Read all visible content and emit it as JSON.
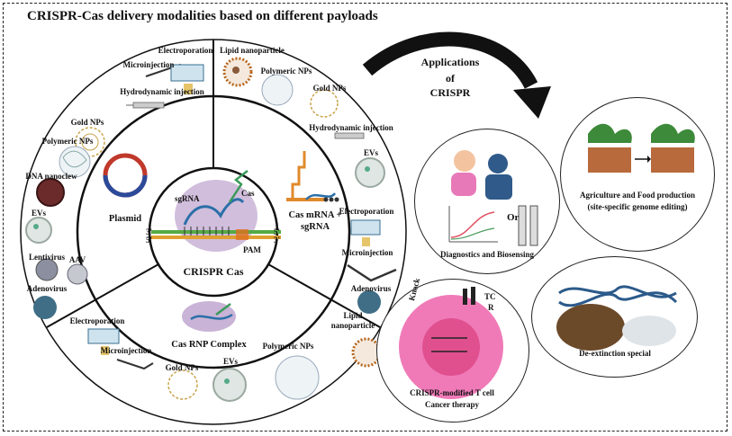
{
  "title": "CRISPR-Cas delivery modalities based on different payloads",
  "center": {
    "label": "CRISPR Cas",
    "sgRNA": "sgRNA",
    "cas": "Cas",
    "pam": "PAM",
    "prime3": "3'",
    "prime5": "5'"
  },
  "payloads": {
    "plasmid": "Plasmid",
    "mrna_line1": "Cas mRNA +",
    "mrna_line2": "sgRNA",
    "rnp": "Cas RNP Complex"
  },
  "plasmid_methods": [
    "Electroporation",
    "Microinjection",
    "Hydrodynamic injection",
    "Gold NPs",
    "Polymeric NPs",
    "DNA nanoclew",
    "EVs",
    "Lentivirus",
    "AAV",
    "Adenovirus"
  ],
  "mrna_methods": [
    "Lipid nanoparticle",
    "Polymeric NPs",
    "Gold NPs",
    "Hydrodynamic injection",
    "EVs",
    "Electroporation",
    "Microinjection",
    "Adenovirus"
  ],
  "rnp_methods": [
    "Electroporation",
    "Microinjection",
    "Gold NPs",
    "EVs",
    "Polymeric NPs",
    "Lipid",
    "nanoparticle"
  ],
  "applications": {
    "header_line1": "Applications",
    "header_line2": "of",
    "header_line3": "CRISPR",
    "diagnostics": "Diagnostics and Biosensing",
    "diagnostics_or": "Or",
    "agri_line1": "Agriculture and Food production",
    "agri_line2": "(site-specific genome editing)",
    "deext": "De-extinction special",
    "tcell_line1": "CRISPR-modified T cell",
    "tcell_line2": "Cancer therapy",
    "knock": "Knock",
    "tc": "TC",
    "r": "R"
  },
  "colors": {
    "nanoparticle": "#c8a24a",
    "ev": "#9aa8a0",
    "virus": "#3f6e86",
    "plasmid_red": "#c0392b",
    "plasmid_blue": "#2c4a9a",
    "cas_purple": "#c9b3d6",
    "lipid": "#b5651d",
    "plant": "#3d8a3a",
    "pot": "#b86a3c",
    "tcell": "#e060a0"
  }
}
